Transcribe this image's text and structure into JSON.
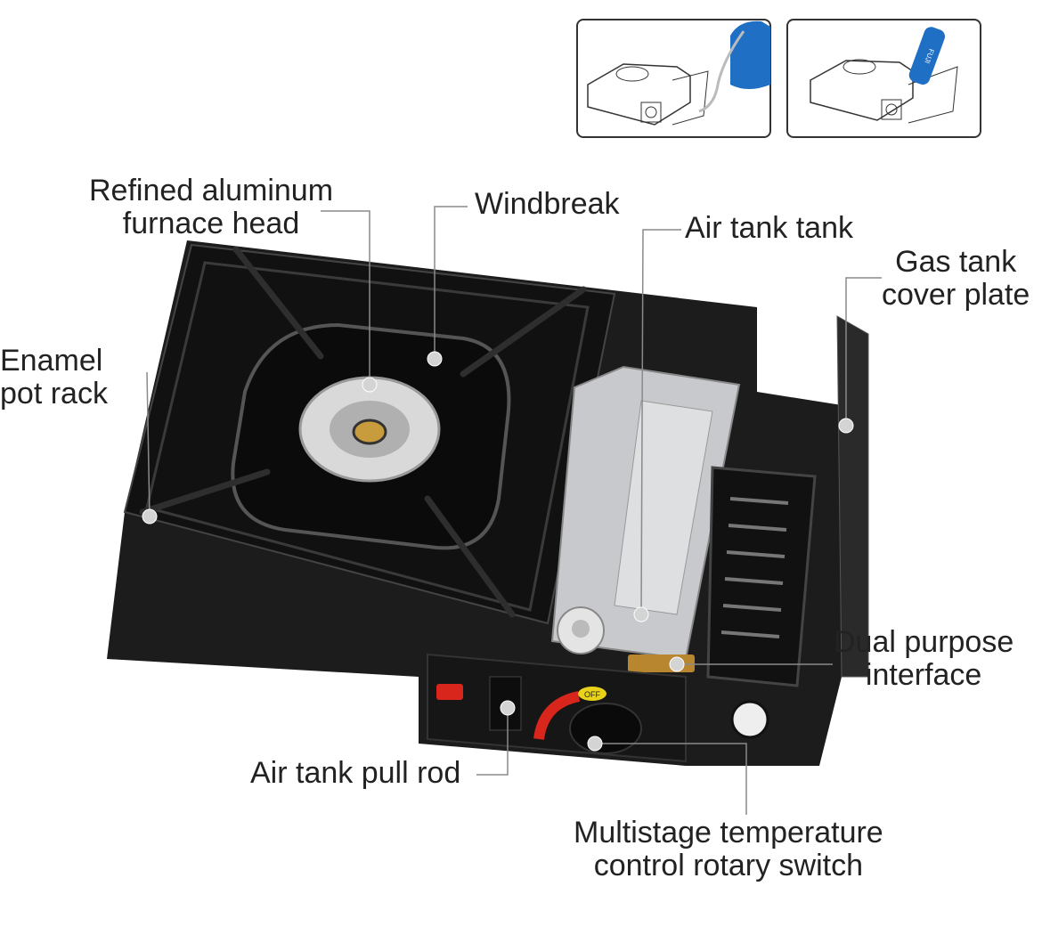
{
  "labels": {
    "furnace_head": [
      "Refined aluminum",
      "furnace head"
    ],
    "windbreak": "Windbreak",
    "air_tank": "Air tank tank",
    "gas_cover": [
      "Gas tank",
      "cover plate"
    ],
    "enamel_rack": [
      "Enamel",
      "pot rack"
    ],
    "dual_interface": [
      "Dual purpose",
      "interface"
    ],
    "pull_rod": "Air tank pull rod",
    "rotary_switch": [
      "Multistage temperature",
      "control rotary switch"
    ]
  },
  "knob_marks": {
    "off": "OFF"
  },
  "inset_can_text": "FUJI",
  "colors": {
    "stove_body": "#1c1c1c",
    "canister_blue": "#1f6fc4",
    "leader": "#8a8a8a",
    "knob_red": "#d8261d",
    "off_yellow": "#e8d21a",
    "brass": "#b8862f"
  }
}
